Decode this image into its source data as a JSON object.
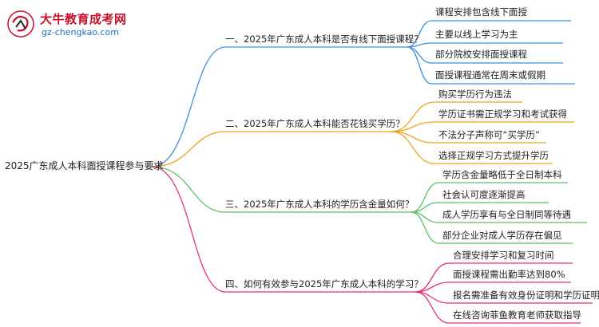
{
  "logo": {
    "title": "大牛教育成考网",
    "url": "gz-chengkao.com"
  },
  "root": {
    "label": "2025广东成人本科面授课程参与要求"
  },
  "branches": [
    {
      "label": "一、2025年广东成人本科是否有线下面授课程？",
      "color": "#3d8fe0",
      "children": [
        "课程安排包含线下面授",
        "主要以线上学习为主",
        "部分院校安排面授课程",
        "面授课程通常在周末或假期"
      ]
    },
    {
      "label": "二、2025年广东成人本科能否花钱买学历？",
      "color": "#f0a418",
      "children": [
        "购买学历行为违法",
        "学历证书需正规学习和考试获得",
        "不法分子声称可“买学历”",
        "选择正规学习方式提升学历"
      ]
    },
    {
      "label": "三、2025年广东成人本科的学历含金量如何？",
      "color": "#5cbf63",
      "children": [
        "学历含金量略低于全日制本科",
        "社会认可度逐渐提高",
        "成人学历享有与全日制同等待遇",
        "部分企业对成人学历存在偏见"
      ]
    },
    {
      "label": "四、如何有效参与2025年广东成人本科的学习？",
      "color": "#e8326e",
      "children": [
        "合理安排学习和复习时间",
        "面授课程需出勤率达到80%",
        "报名需准备有效身份证明和学历证明",
        "在线咨询菲鱼教育老师获取指导"
      ]
    }
  ]
}
